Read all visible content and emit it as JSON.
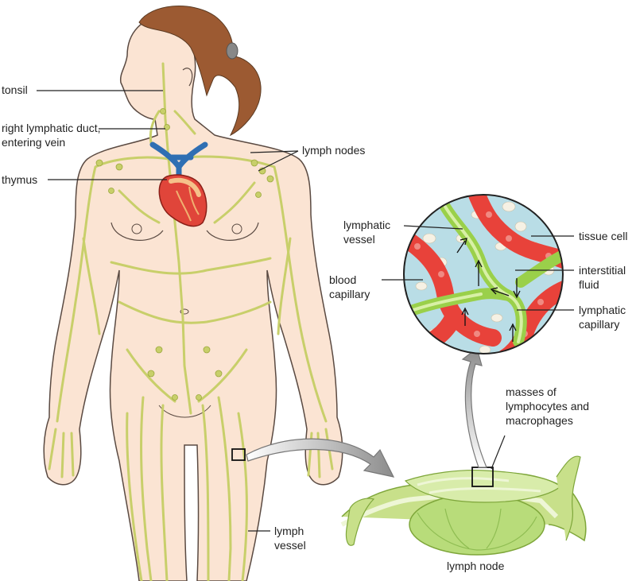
{
  "labels": {
    "tonsil": "tonsil",
    "right_duct_1": "right lymphatic duct,",
    "right_duct_2": "entering vein",
    "thymus": "thymus",
    "lymph_nodes": "lymph nodes",
    "lymphatic_vessel_1": "lymphatic",
    "lymphatic_vessel_2": "vessel",
    "blood_capillary_1": "blood",
    "blood_capillary_2": "capillary",
    "tissue_cell": "tissue cell",
    "interstitial_1": "interstitial",
    "interstitial_2": "fluid",
    "lymphatic_capillary_1": "lymphatic",
    "lymphatic_capillary_2": "capillary",
    "masses_1": "masses of",
    "masses_2": "lymphocytes and",
    "masses_3": "macrophages",
    "lymph_vessel_1": "lymph",
    "lymph_vessel_2": "vessel",
    "lymph_node": "lymph node"
  },
  "colors": {
    "skin": "#fbe4d3",
    "skin_outline": "#5a4a42",
    "lymph": "#c8cf6a",
    "lymph_dark": "#9aa83c",
    "hair": "#9c5a32",
    "vein_blue": "#2f6fb3",
    "heart": "#e0453a",
    "blood": "#e8423a",
    "fluid": "#b9dde6",
    "node_green": "#b8dc7a",
    "leader": "#222222"
  }
}
